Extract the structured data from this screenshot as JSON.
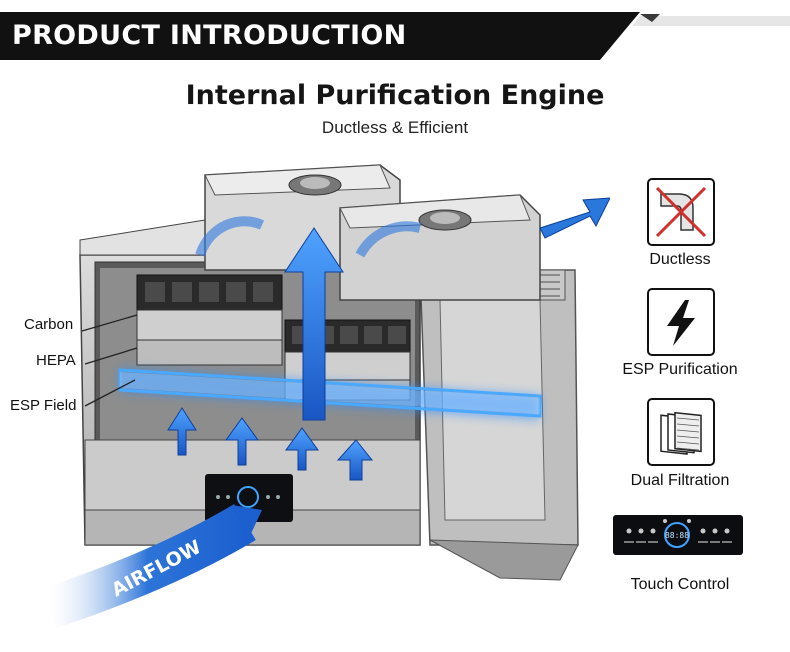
{
  "header": {
    "banner_title": "PRODUCT INTRODUCTION",
    "title": "Internal Purification Engine",
    "subtitle": "Ductless & Efficient"
  },
  "callouts": {
    "carbon": "Carbon",
    "hepa": "HEPA",
    "esp_field": "ESP Field",
    "airflow": "AIRFLOW"
  },
  "features": [
    {
      "label": "Ductless",
      "icon": "crossed-duct-icon"
    },
    {
      "label": "ESP Purification",
      "icon": "lightning-icon"
    },
    {
      "label": "Dual Filtration",
      "icon": "filter-layers-icon"
    },
    {
      "label": "Touch Control",
      "icon": "control-panel-icon"
    }
  ],
  "colors": {
    "banner": "#111111",
    "arrow_blue": "#1f6fd6",
    "esp_glow": "#2a8cff",
    "steel": "#c9c9c9",
    "cross_red": "#d0302a"
  }
}
